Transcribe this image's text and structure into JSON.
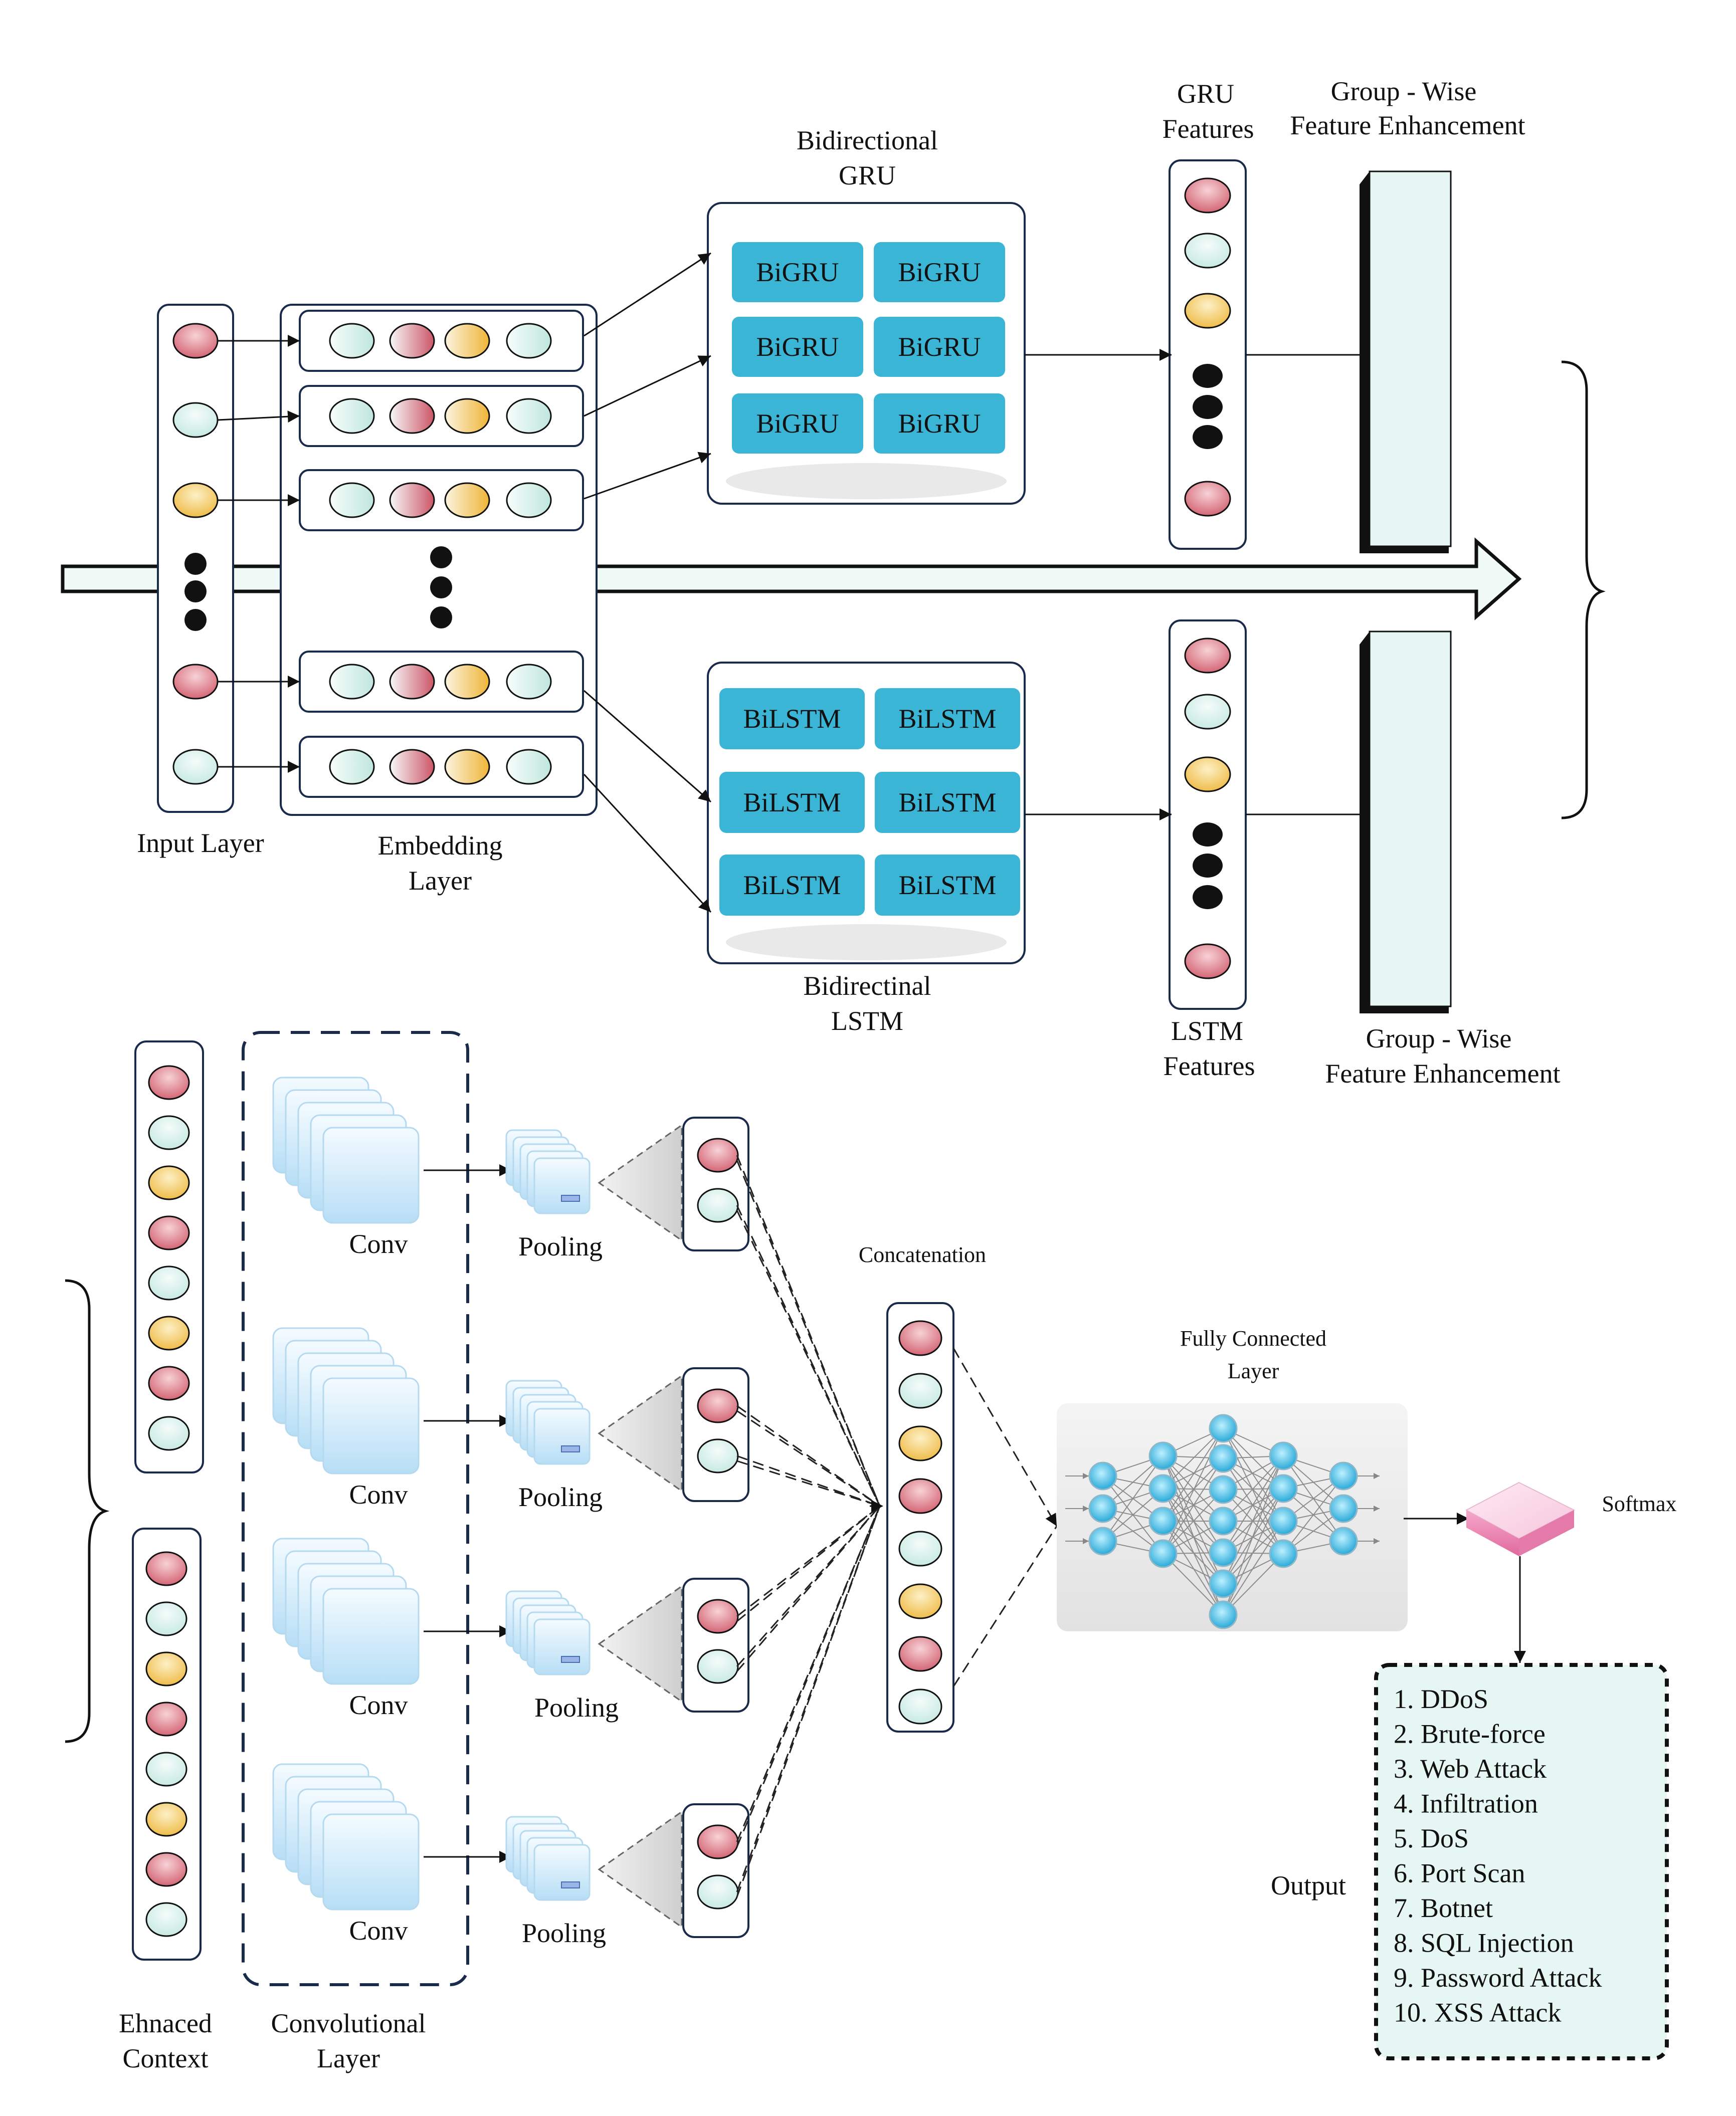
{
  "labels": {
    "input_layer": "Input Layer",
    "embedding_layer": [
      "Embedding",
      "Layer"
    ],
    "bigru_title": [
      "Bidirectional",
      "GRU"
    ],
    "bilstm_title": [
      "Bidirectinal",
      "LSTM"
    ],
    "gru_features": [
      "GRU",
      "Features"
    ],
    "lstm_features": [
      "LSTM",
      "Features"
    ],
    "gwfe_top": [
      "Group - Wise",
      "Feature Enhancement"
    ],
    "gwfe_bottom": [
      "Group - Wise",
      "Feature Enhancement"
    ],
    "enhanced_context": [
      "Ehnaced",
      "Context"
    ],
    "conv_layer": [
      "Convolutional",
      "Layer"
    ],
    "conv": "Conv",
    "pooling": "Pooling",
    "concatenation": "Concatenation",
    "fc_layer": [
      "Fully Connected",
      "Layer"
    ],
    "softmax": "Softmax",
    "output": "Output"
  },
  "bigru_cells": [
    "BiGRU",
    "BiGRU",
    "BiGRU",
    "BiGRU",
    "BiGRU",
    "BiGRU"
  ],
  "bilstm_cells": [
    "BiLSTM",
    "BiLSTM",
    "BiLSTM",
    "BiLSTM",
    "BiLSTM",
    "BiLSTM"
  ],
  "output_classes": [
    "1. DDoS",
    "2. Brute-force",
    "3. Web Attack",
    "4. Infiltration",
    "5. DoS",
    "6. Port Scan",
    "7. Botnet",
    "8. SQL Injection",
    "9. Password Attack",
    "10. XSS Attack"
  ],
  "colors": {
    "red": "#d9707e",
    "mint": "#d4efe9",
    "yellow": "#f2c760",
    "cyan_cell": "#3ab5d6",
    "panel_fill": "#e6f7f3",
    "node": "#52c6ec",
    "softmax": "#f0a0c4"
  }
}
